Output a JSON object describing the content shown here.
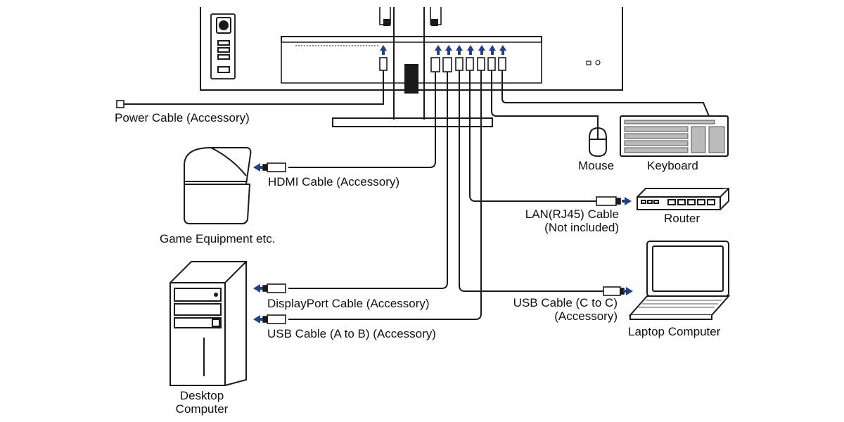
{
  "labels": {
    "power_cable": "Power Cable (Accessory)",
    "hdmi_cable": "HDMI Cable (Accessory)",
    "game_equipment": "Game Equipment etc.",
    "displayport_cable": "DisplayPort Cable (Accessory)",
    "usb_ab_cable": "USB Cable (A to B) (Accessory)",
    "desktop_line1": "Desktop",
    "desktop_line2": "Computer",
    "mouse": "Mouse",
    "keyboard": "Keyboard",
    "lan_line1": "LAN(RJ45) Cable",
    "lan_line2": "(Not included)",
    "router": "Router",
    "usb_cc_line1": "USB Cable (C to C)",
    "usb_cc_line2": "(Accessory)",
    "laptop": "Laptop Computer"
  },
  "colors": {
    "line": "#1a1a1a",
    "arrow": "#1f3f8f",
    "fill_light": "#f2f2f2",
    "fill_dark": "#2a2a2a"
  }
}
